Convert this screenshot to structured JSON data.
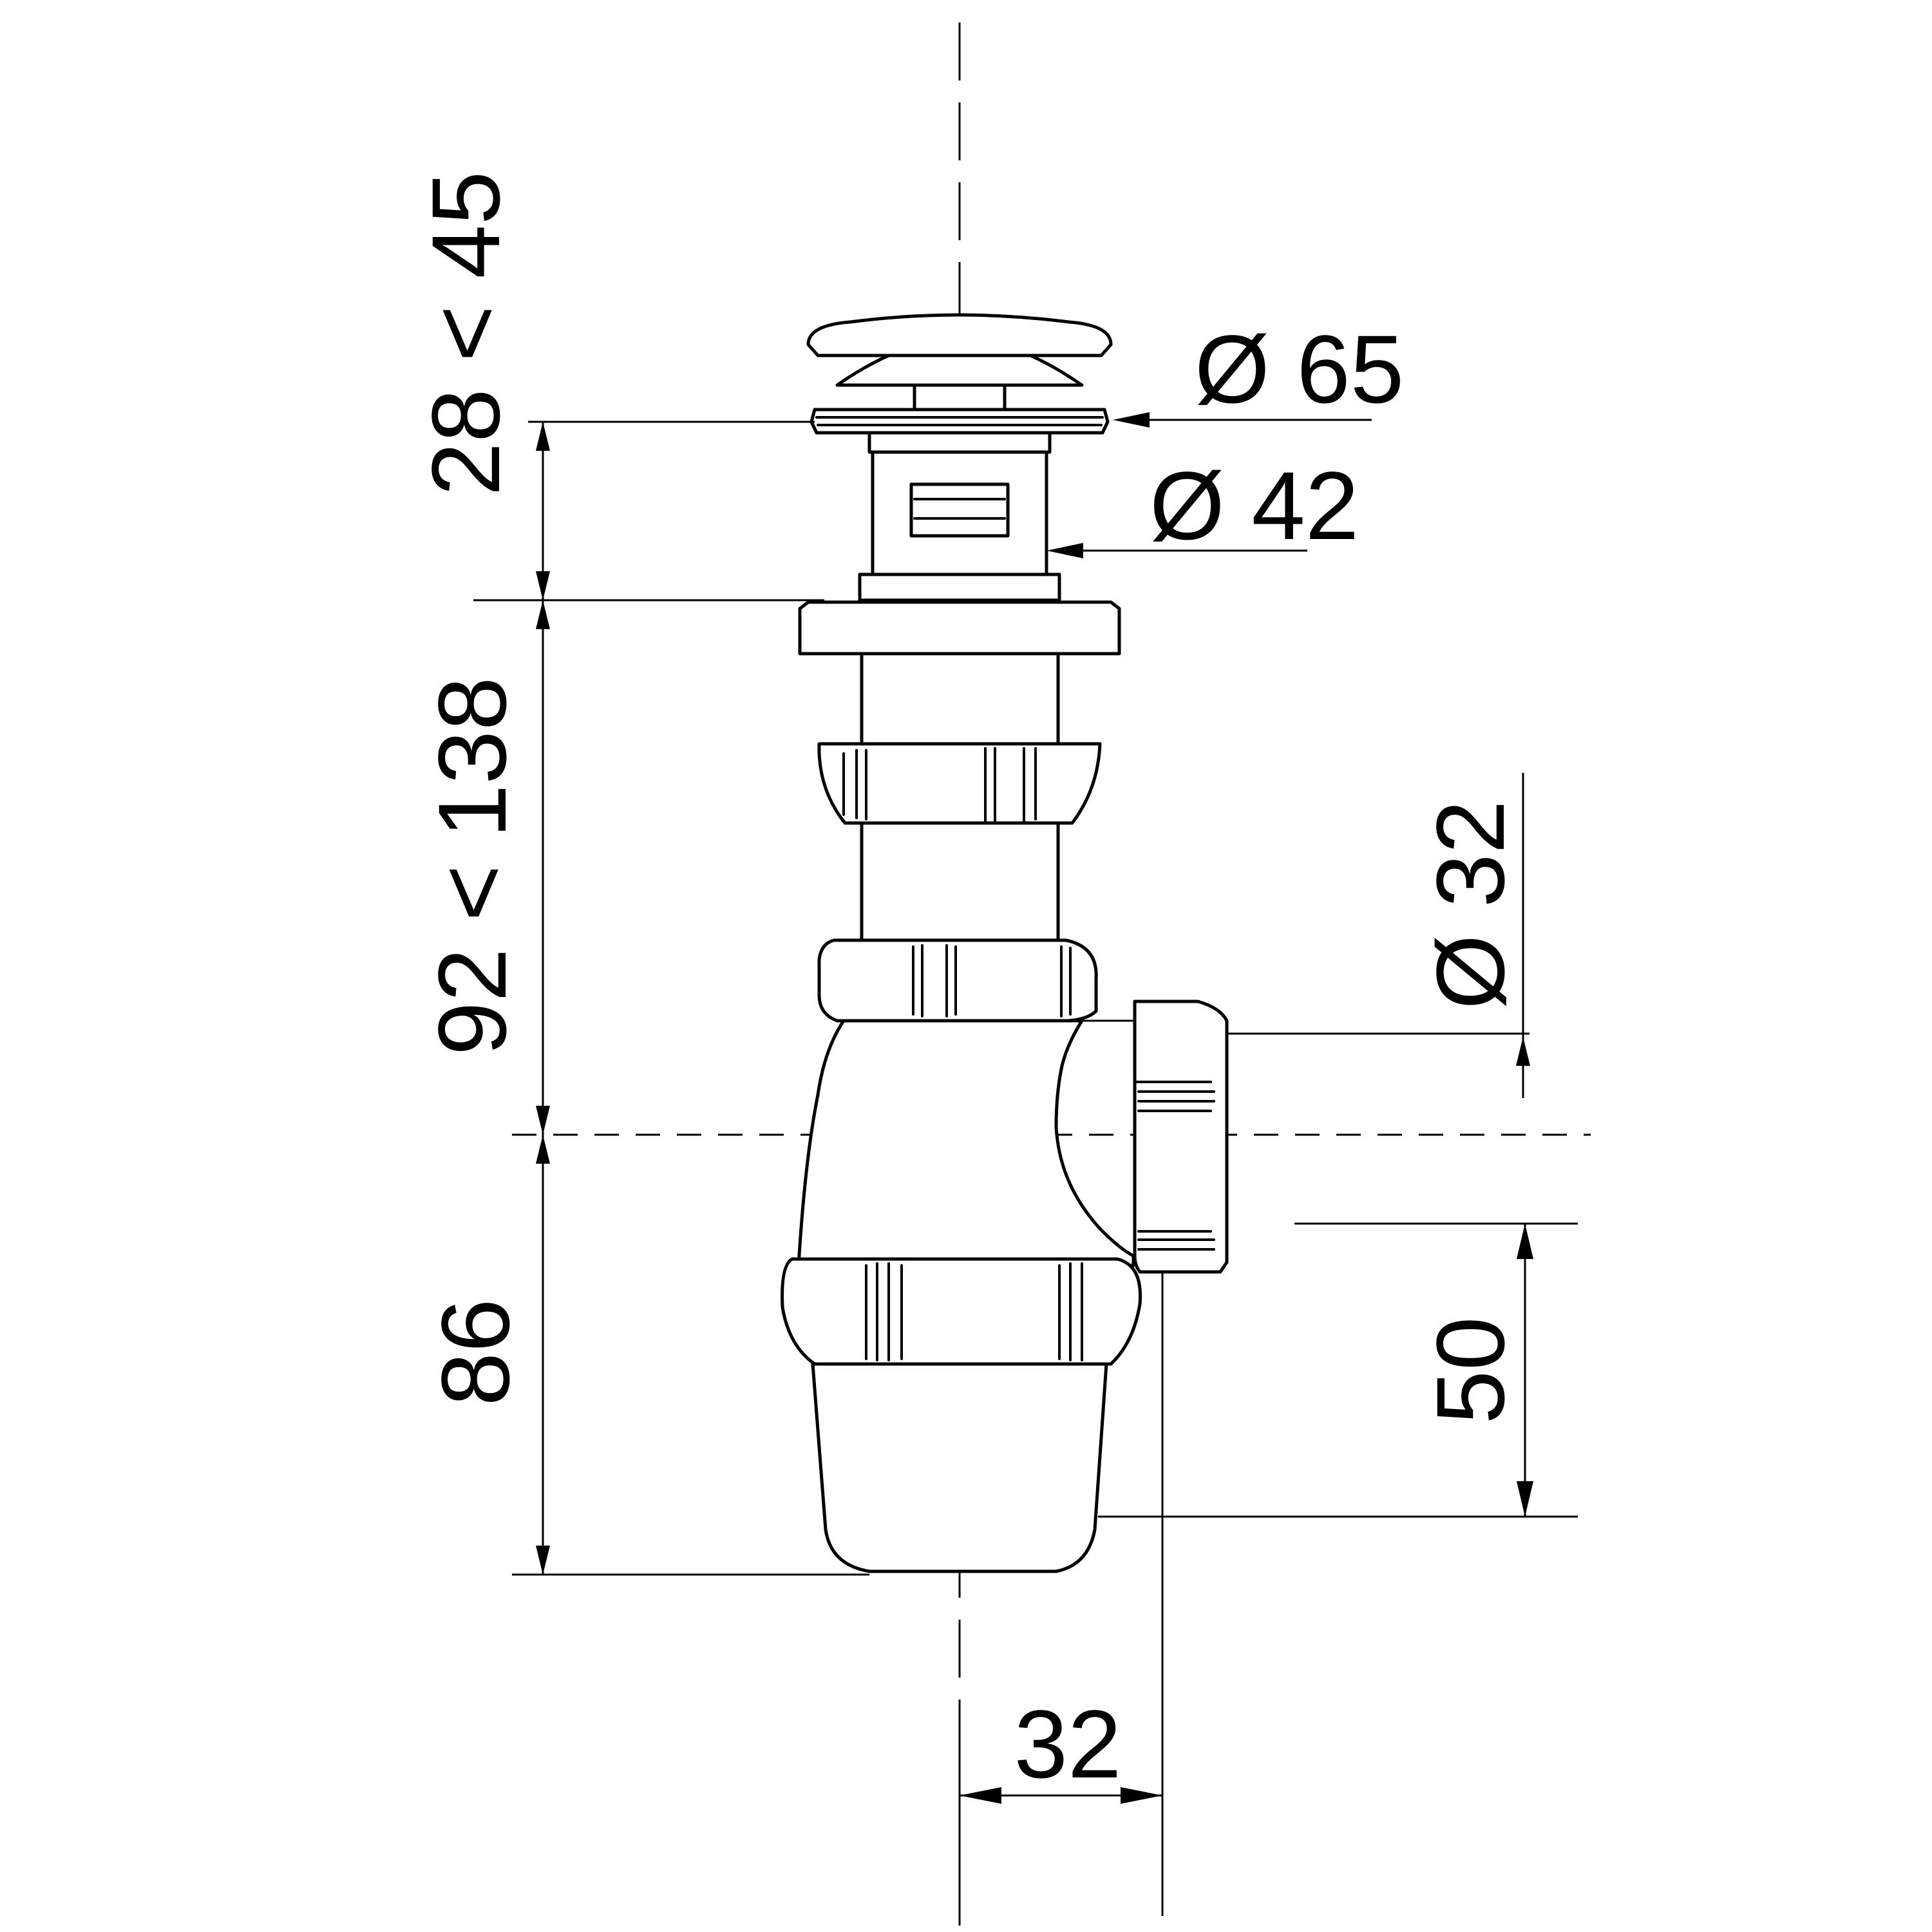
{
  "drawing": {
    "dimensions": {
      "stroke_height": "28 < 45",
      "tube_height": "92 < 138",
      "trap_height": "86",
      "plug_diameter": "Ø 65",
      "body_diameter": "Ø 42",
      "outlet_diameter": "Ø 32",
      "outlet_height": "50",
      "outlet_offset": "32"
    }
  }
}
